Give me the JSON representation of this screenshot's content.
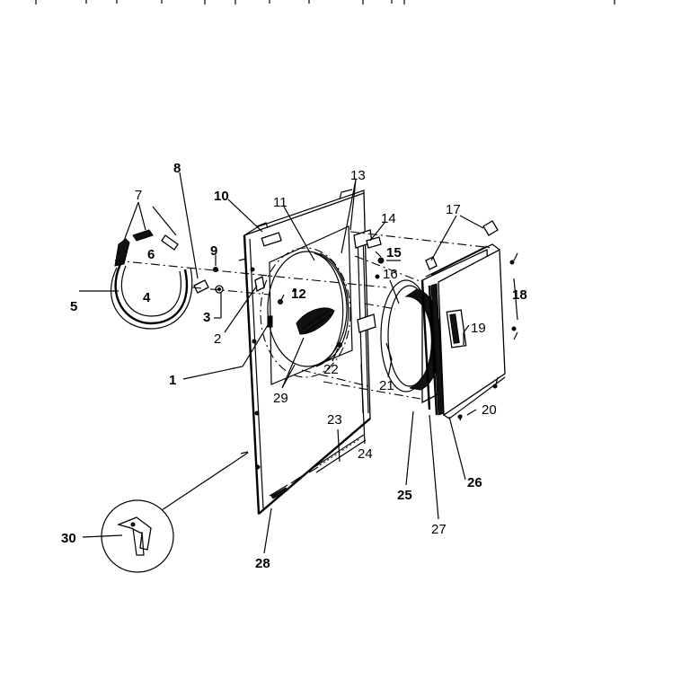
{
  "labels": {
    "p1": "1",
    "p2": "2",
    "p3": "3",
    "p4": "4",
    "p5": "5",
    "p6": "6",
    "p7": "7",
    "p8": "8",
    "p9": "9",
    "p10": "10",
    "p11": "11",
    "p12": "12",
    "p13": "13",
    "p14": "14",
    "p15": "15",
    "p16": "16",
    "p17": "17",
    "p18": "18",
    "p19": "19",
    "p20": "20",
    "p21": "21",
    "p22": "22",
    "p23": "23",
    "p24": "24",
    "p25": "25",
    "p26": "26",
    "p27": "27",
    "p28": "28",
    "p29": "29",
    "p30": "30"
  },
  "colors": {
    "ink": "#000000",
    "paper": "#ffffff"
  }
}
